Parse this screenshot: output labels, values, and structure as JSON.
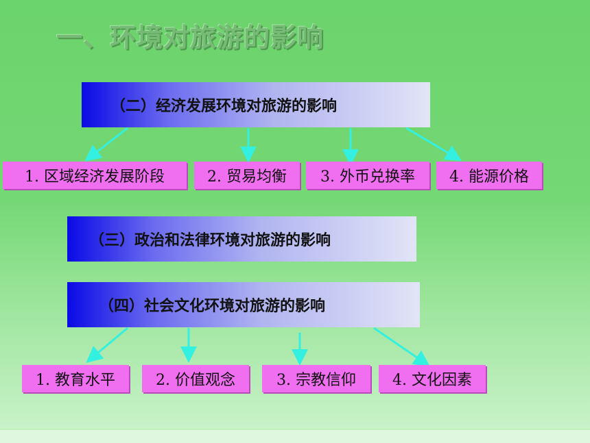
{
  "title": "一、环境对旅游的影响",
  "sections": {
    "economic": {
      "label": "（二）经济发展环境对旅游的影响",
      "items": [
        "1. 区域经济发展阶段",
        "2. 贸易均衡",
        "3. 外币兑换率",
        "4. 能源价格"
      ]
    },
    "political": {
      "label": "（三）政治和法律环境对旅游的影响"
    },
    "social": {
      "label": "（四）社会文化环境对旅游的影响",
      "items": [
        "1. 教育水平",
        "2. 价值观念",
        "3. 宗教信仰",
        "4. 文化因素"
      ]
    }
  },
  "colors": {
    "background": "#74d874",
    "header_gradient_start": "#0a0ae6",
    "item_fill": "#f06ef0",
    "connector": "#33f0e0"
  }
}
